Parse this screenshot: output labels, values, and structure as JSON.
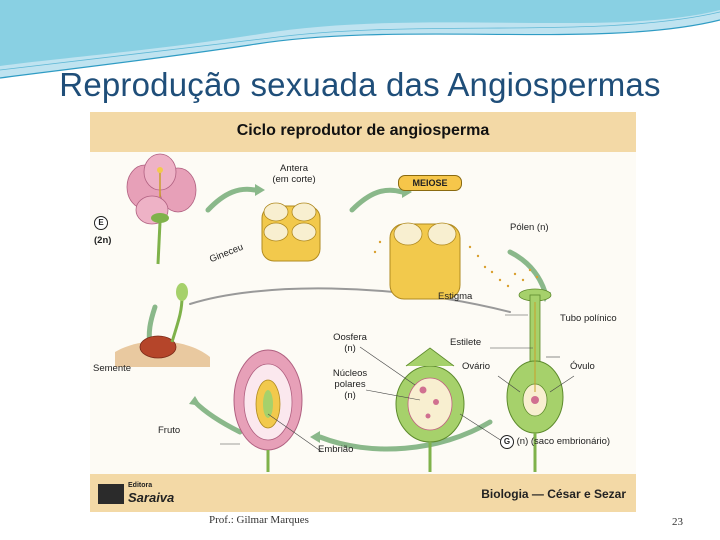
{
  "slide": {
    "title": "Reprodução sexuada das Angiospermas",
    "footer_author": "Prof.: Gilmar Marques",
    "page_number": "23"
  },
  "figure": {
    "title": "Ciclo reprodutor de angiosperma",
    "publisher_small": "Editora",
    "publisher_name": "Saraiva",
    "credit": "Biologia — César e Sezar",
    "labels": {
      "antera_1": "Antera",
      "antera_2": "(em corte)",
      "meiose": "MEIOSE",
      "e_letter": "E",
      "e_ploidy": "(2n)",
      "polen": "Pólen (n)",
      "gineceu": "Gineceu",
      "estigma": "Estigma",
      "tubo_polinico": "Tubo polínico",
      "semente": "Semente",
      "oosfera_1": "Oosfera",
      "oosfera_2": "(n)",
      "estilete": "Estilete",
      "nucleos_1": "Núcleos",
      "nucleos_2": "polares",
      "nucleos_3": "(n)",
      "ovario": "Ovário",
      "ovulo": "Óvulo",
      "fruto": "Fruto",
      "embriao": "Embrião",
      "g_letter": "G",
      "saco": "(n) (saco embrionário)"
    }
  },
  "colors": {
    "title": "#1f4e79",
    "band": "#f3d9a6",
    "petal": "#e7a0b8",
    "pollen": "#f2c94c",
    "stem": "#7fb24a",
    "arrow": "#8ab88a"
  }
}
